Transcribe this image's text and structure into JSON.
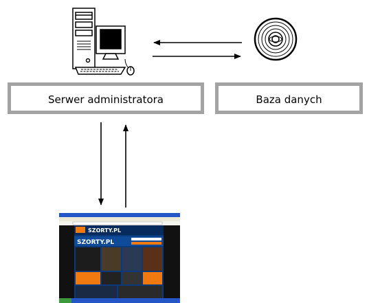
{
  "nodes": {
    "server": {
      "label": "Serwer administratora",
      "icon": "desktop-computer-icon"
    },
    "database": {
      "label": "Baza danych",
      "icon": "cd-disc-icon"
    },
    "client": {
      "icon": "browser-window-icon",
      "site_name": "SZORTY.PL"
    }
  },
  "colors": {
    "box_border": "#a3a3a3",
    "site_bg": "#0b3a7a",
    "site_accent": "#f07a10",
    "taskbar": "#2456c8"
  }
}
